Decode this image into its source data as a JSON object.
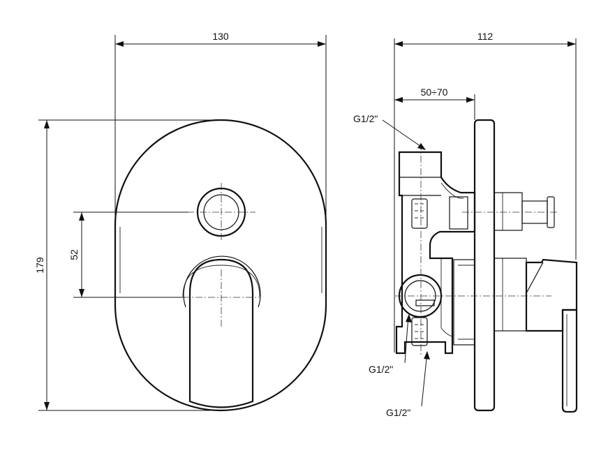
{
  "dimensions": {
    "front_width": "130",
    "front_height": "179",
    "hole_spacing": "52",
    "side_depth": "112",
    "adjust_range": "50÷70"
  },
  "threads": {
    "top_inlet": "G1/2\"",
    "mid_outlet": "G1/2\"",
    "bottom_outlet": "G1/2\""
  }
}
